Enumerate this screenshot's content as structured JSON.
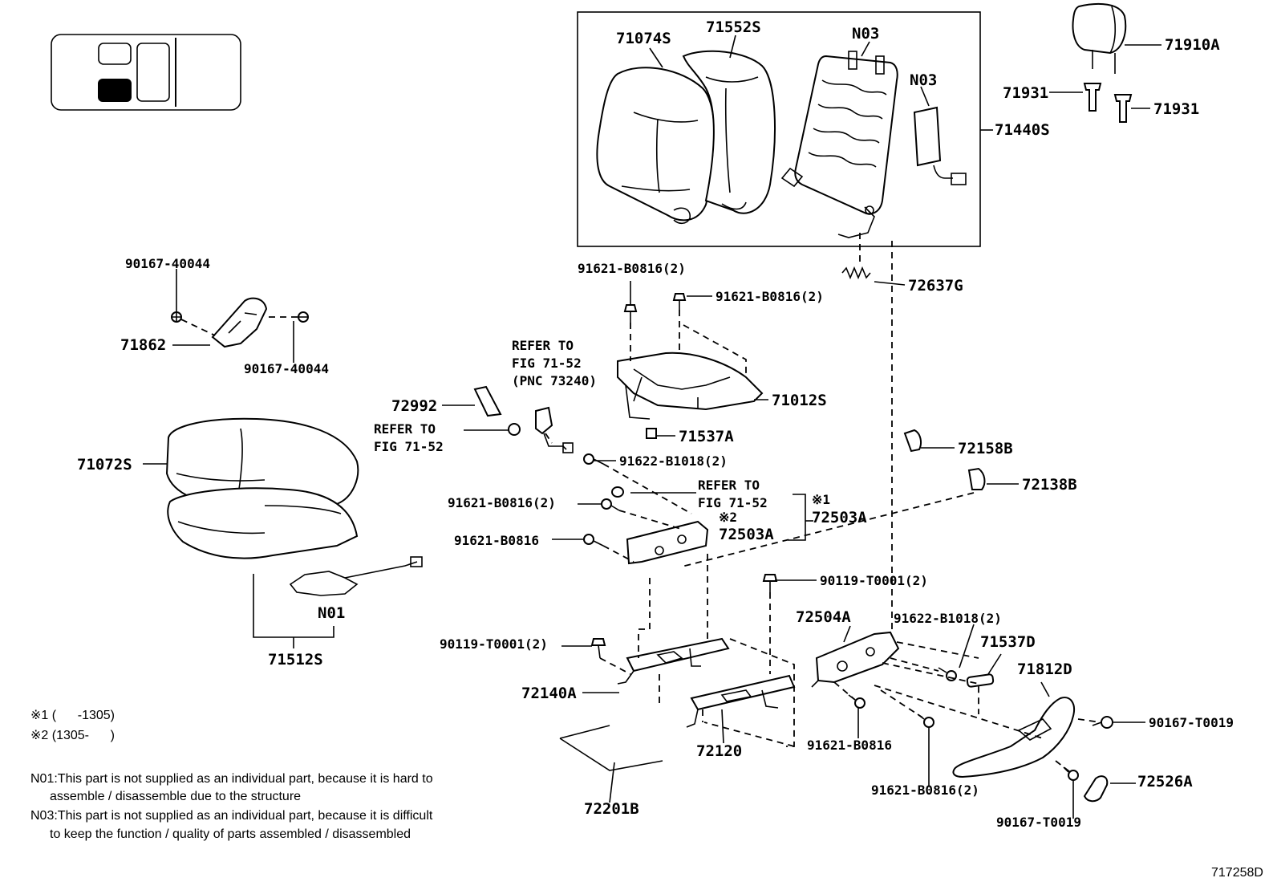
{
  "labels": {
    "p71074s": "71074S",
    "p71552s": "71552S",
    "n03_top": "N03",
    "n03_mid": "N03",
    "p71440s": "71440S",
    "p71910a": "71910A",
    "p71931_a": "71931",
    "p71931_b": "71931",
    "p72637g": "72637G",
    "b91621_top1": "91621-B0816(2)",
    "b91621_top2": "91621-B0816(2)",
    "p90167_40044_a": "90167-40044",
    "p90167_40044_b": "90167-40044",
    "p71862": "71862",
    "refer1_l1": "REFER TO",
    "refer1_l2": "FIG 71-52",
    "refer1_l3": "(PNC 73240)",
    "p72992": "72992",
    "p71012s": "71012S",
    "refer2_l1": "REFER TO",
    "refer2_l2": "FIG 71-52",
    "p71537a": "71537A",
    "p91622_a": "91622-B1018(2)",
    "p72158b": "72158B",
    "p72138b": "72138B",
    "p71072s": "71072S",
    "p91621_mid2": "91621-B0816(2)",
    "refer3_l1": "REFER TO",
    "refer3_l2": "FIG 71-52",
    "mark1": "※1",
    "p72503a_1": "72503A",
    "mark2": "※2",
    "p72503a_2": "72503A",
    "p91621_mid1": "91621-B0816",
    "p90119_a": "90119-T0001(2)",
    "n01": "N01",
    "p72504a": "72504A",
    "p91622_b": "91622-B1018(2)",
    "p71537d": "71537D",
    "p90119_b": "90119-T0001(2)",
    "p71512s": "71512S",
    "p71812d": "71812D",
    "p72140a": "72140A",
    "p90167_t0019_a": "90167-T0019",
    "p91621_low1": "91621-B0816",
    "p72120": "72120",
    "p72526a": "72526A",
    "p91621_low2": "91621-B0816(2)",
    "p90167_t0019_b": "90167-T0019",
    "p72201b": "72201B"
  },
  "notes": {
    "range1": "※1 (      -1305)",
    "range2": "※2 (1305-      )",
    "n01_l1": "N01:This part is not supplied as an individual part, because it is hard to",
    "n01_l2": "assemble / disassemble due to the structure",
    "n03_l1": "N03:This part is not supplied as an individual part, because it is difficult",
    "n03_l2": "to keep the function / quality of parts assembled / disassembled"
  },
  "figure_id": "717258D"
}
